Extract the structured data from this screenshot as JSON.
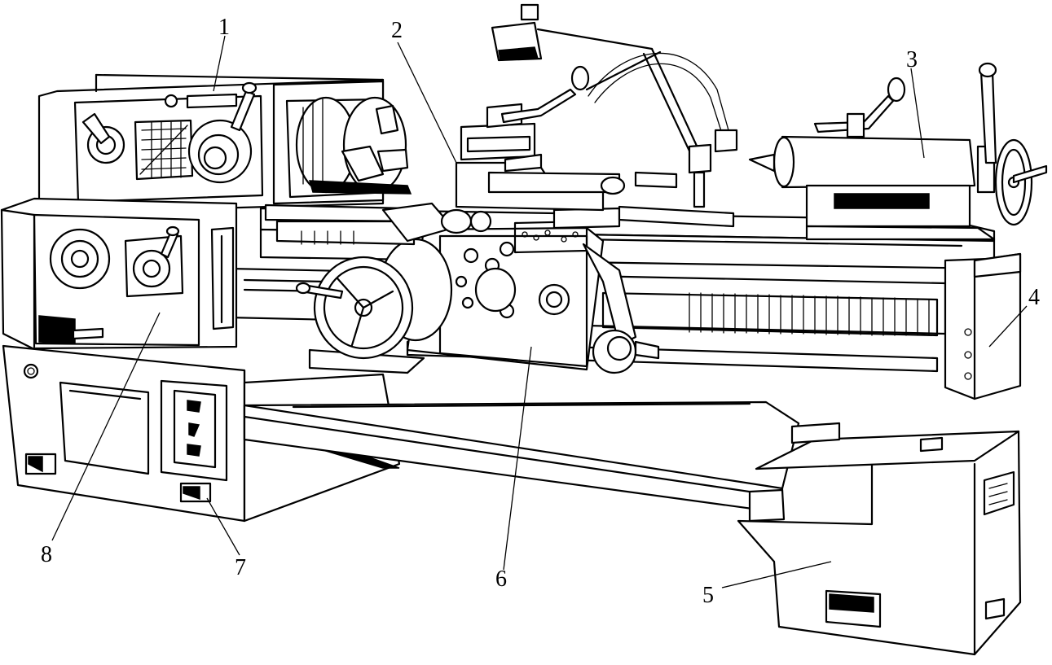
{
  "labels": [
    {
      "id": "1",
      "text": "1"
    },
    {
      "id": "2",
      "text": "2"
    },
    {
      "id": "3",
      "text": "3"
    },
    {
      "id": "4",
      "text": "4"
    },
    {
      "id": "5",
      "text": "5"
    },
    {
      "id": "6",
      "text": "6"
    },
    {
      "id": "7",
      "text": "7"
    },
    {
      "id": "8",
      "text": "8"
    }
  ]
}
